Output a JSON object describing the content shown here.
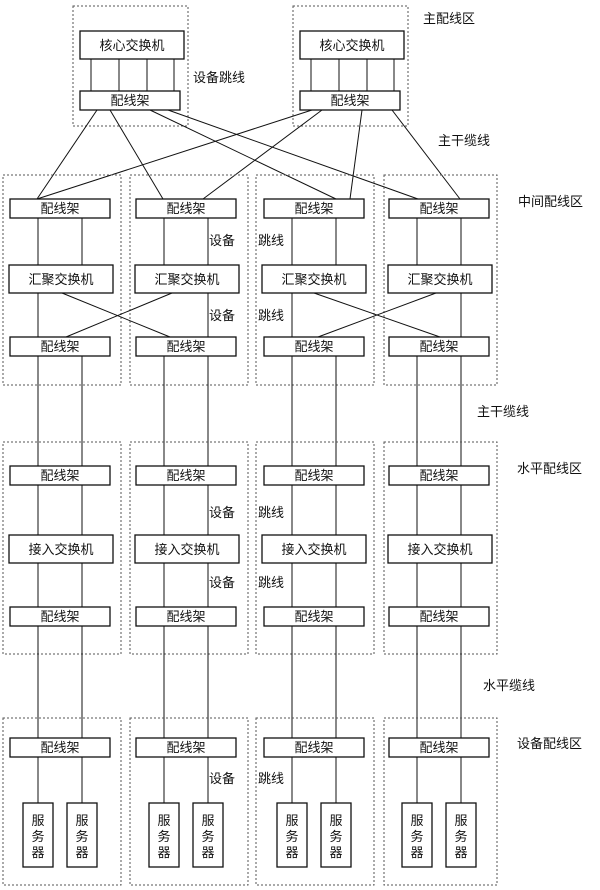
{
  "zones": {
    "main": "主配线区",
    "middle": "中间配线区",
    "horizontal": "水平配线区",
    "equipment": "设备配线区"
  },
  "cables": {
    "patch_cord": "设备跳线",
    "backbone_upper": "主干缆线",
    "backbone_lower": "主干缆线",
    "horizontal": "水平缆线"
  },
  "jumper": {
    "equipment": "设备",
    "jumper": "跳线"
  },
  "devices": {
    "core_switch": "核心交换机",
    "patch_panel": "配线架",
    "aggregation_switch": "汇聚交换机",
    "access_switch": "接入交换机",
    "server": [
      "服",
      "务",
      "器"
    ]
  }
}
